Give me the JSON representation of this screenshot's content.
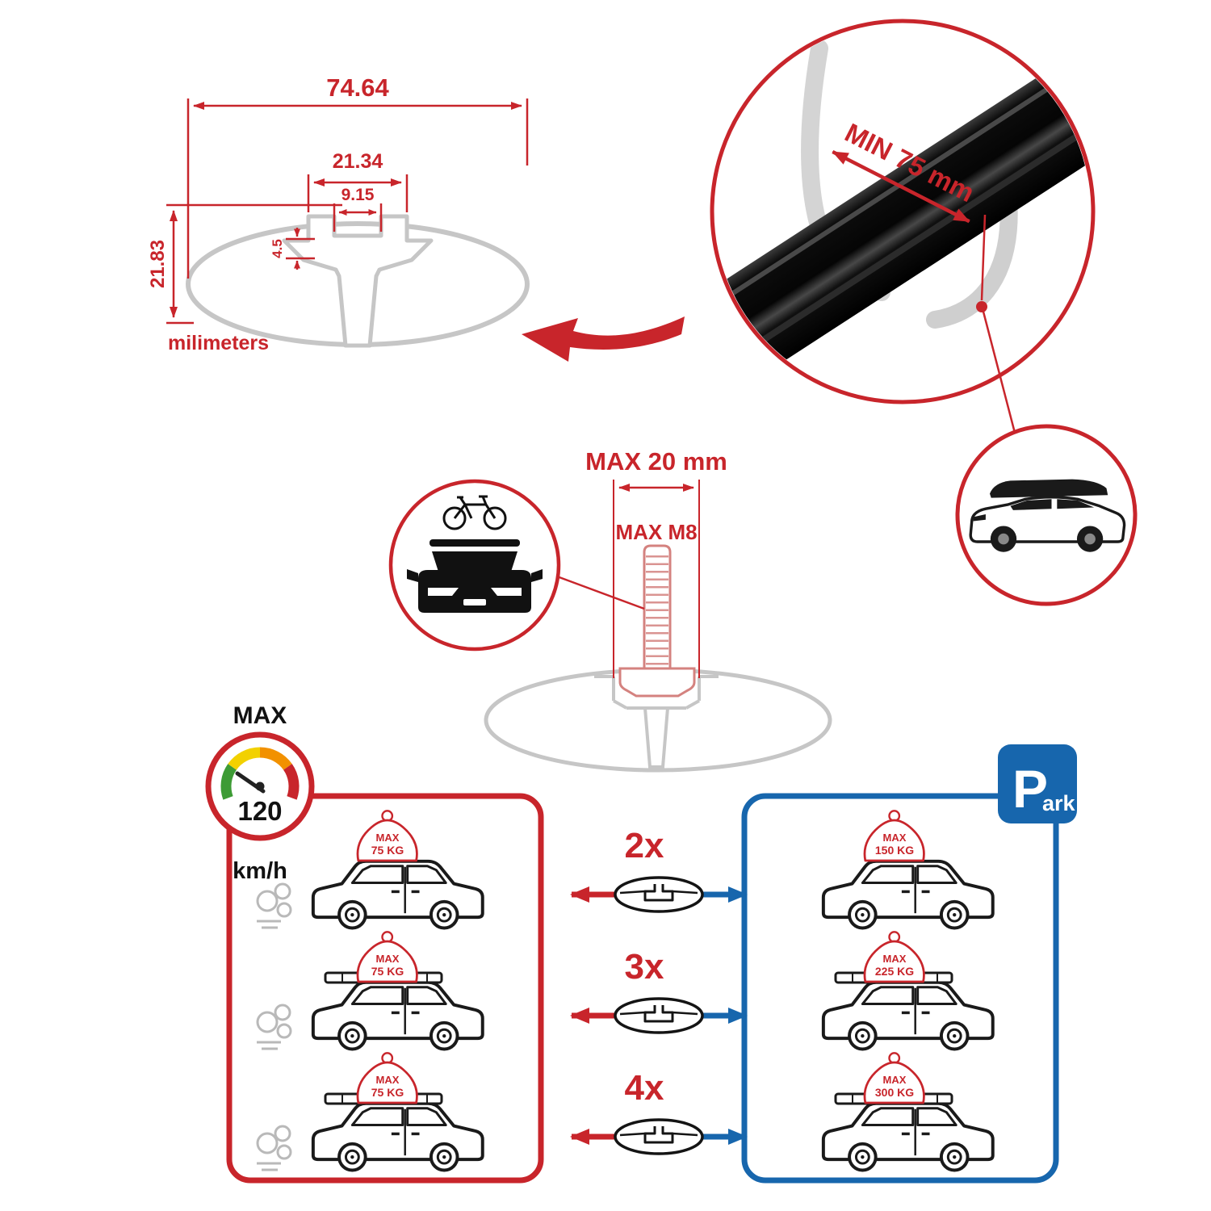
{
  "colors": {
    "accent_red": "#c8252b",
    "accent_blue": "#1766ad",
    "profile_gray": "#c6c6c6",
    "bolt_pink": "#d4827f",
    "bar_black": "#0a0a0a"
  },
  "profile_dimensions": {
    "total_width": "74.64",
    "slot_outer_width": "21.34",
    "slot_inner_width": "9.15",
    "lip_depth": "4.5",
    "total_height": "21.83",
    "units_label": "milimeters"
  },
  "zoom_detail": {
    "min_span_label": "MIN 75 mm"
  },
  "bolt_spec": {
    "max_width_label": "MAX 20 mm",
    "max_thread_label": "MAX M8"
  },
  "speed_limit": {
    "heading": "MAX",
    "value": "120",
    "unit": "km/h"
  },
  "driving_box": {
    "cars": [
      {
        "max_label": "MAX",
        "load": "75 KG"
      },
      {
        "max_label": "MAX",
        "load": "75 KG"
      },
      {
        "max_label": "MAX",
        "load": "75 KG"
      }
    ]
  },
  "bar_options": [
    {
      "qty": "2x"
    },
    {
      "qty": "3x"
    },
    {
      "qty": "4x"
    }
  ],
  "parking_box": {
    "sign_letter": "P",
    "sign_suffix": "ark",
    "cars": [
      {
        "max_label": "MAX",
        "load": "150 KG"
      },
      {
        "max_label": "MAX",
        "load": "225 KG"
      },
      {
        "max_label": "MAX",
        "load": "300 KG"
      }
    ]
  }
}
